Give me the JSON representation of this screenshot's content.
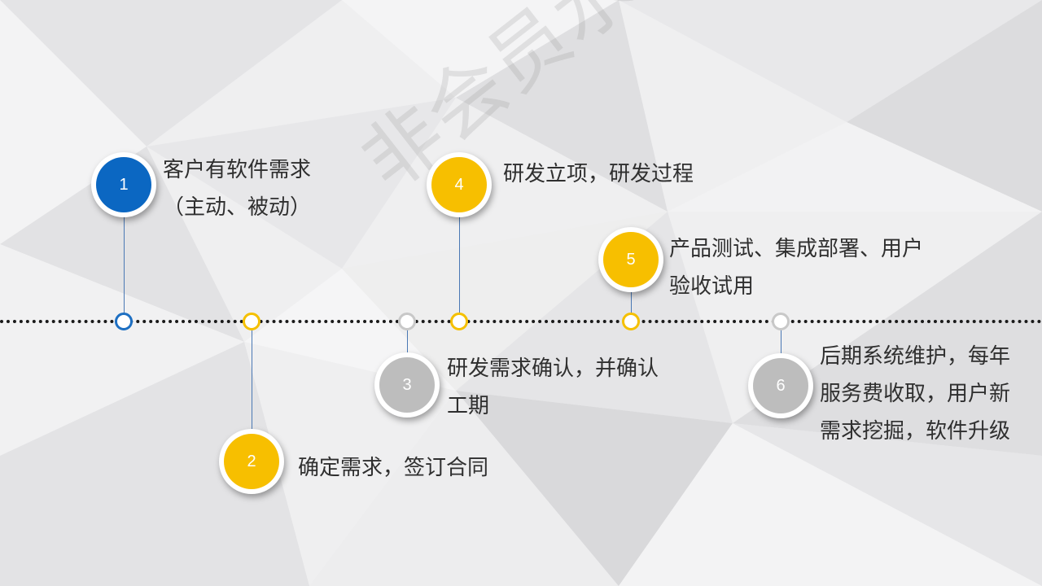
{
  "watermark": "非会员水印",
  "colors": {
    "blue": "#0b67c2",
    "yellow": "#f7bf00",
    "gray": "#bdbdbd",
    "connector": "#4a78b4"
  },
  "steps": [
    {
      "number": "1",
      "color": "blue",
      "lines": [
        "客户有软件需求",
        "（主动、被动）"
      ]
    },
    {
      "number": "2",
      "color": "yellow",
      "lines": [
        "确定需求，签订合同"
      ]
    },
    {
      "number": "3",
      "color": "gray",
      "lines": [
        "研发需求确认，并确认",
        "工期"
      ]
    },
    {
      "number": "4",
      "color": "yellow",
      "lines": [
        "研发立项，研发过程"
      ]
    },
    {
      "number": "5",
      "color": "yellow",
      "lines": [
        "产品测试、集成部署、用户",
        "验收试用"
      ]
    },
    {
      "number": "6",
      "color": "gray",
      "lines": [
        "后期系统维护，每年",
        "服务费收取，用户新",
        "需求挖掘，软件升级"
      ]
    }
  ]
}
